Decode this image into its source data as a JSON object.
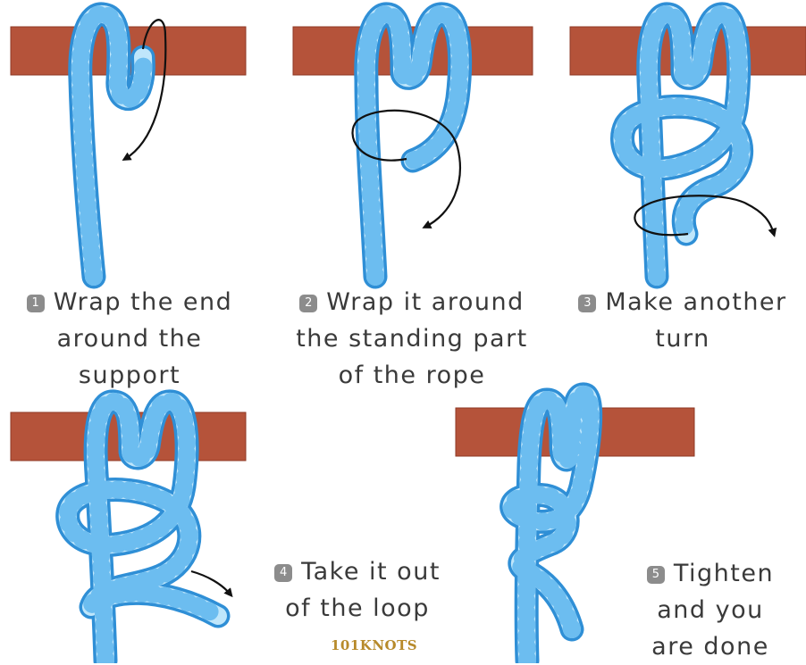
{
  "steps": [
    {
      "number": "1",
      "lines": [
        "Wrap the end",
        "around the",
        "support"
      ]
    },
    {
      "number": "2",
      "lines": [
        "Wrap it around",
        "the standing part",
        "of the rope"
      ]
    },
    {
      "number": "3",
      "lines": [
        "Make another",
        "turn"
      ]
    },
    {
      "number": "4",
      "lines": [
        "Take it out",
        "of the loop"
      ]
    },
    {
      "number": "5",
      "lines": [
        "Tighten",
        "and you",
        "are done"
      ]
    }
  ],
  "logo": {
    "text": "101KNOTS"
  },
  "colors": {
    "pole": "#b5533a",
    "rope_outline": "#2f8fd6",
    "rope_fill": "#bfe6fb",
    "arrow": "#111111",
    "badge": "#8c8c8c"
  }
}
